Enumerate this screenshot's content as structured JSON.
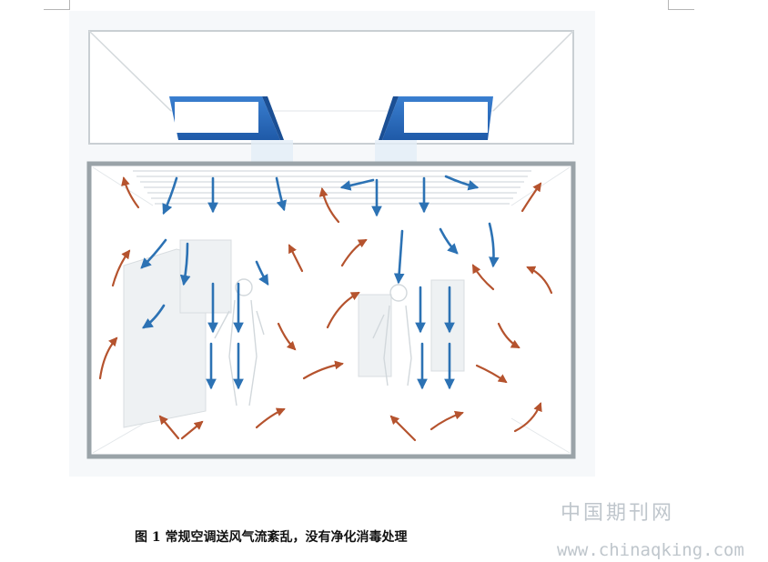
{
  "figure": {
    "caption": "图 1 常规空调送风气流紊乱，没有净化消毒处理",
    "colors": {
      "duct": "#2f6fbf",
      "supply_arrow": "#2c72b4",
      "return_arrow": "#b5532e",
      "wall": "#9aa3a8",
      "outline": "#c9cfd3"
    }
  },
  "watermark": {
    "site_name": "中国期刊网",
    "url": "www.chinaqking.com"
  }
}
